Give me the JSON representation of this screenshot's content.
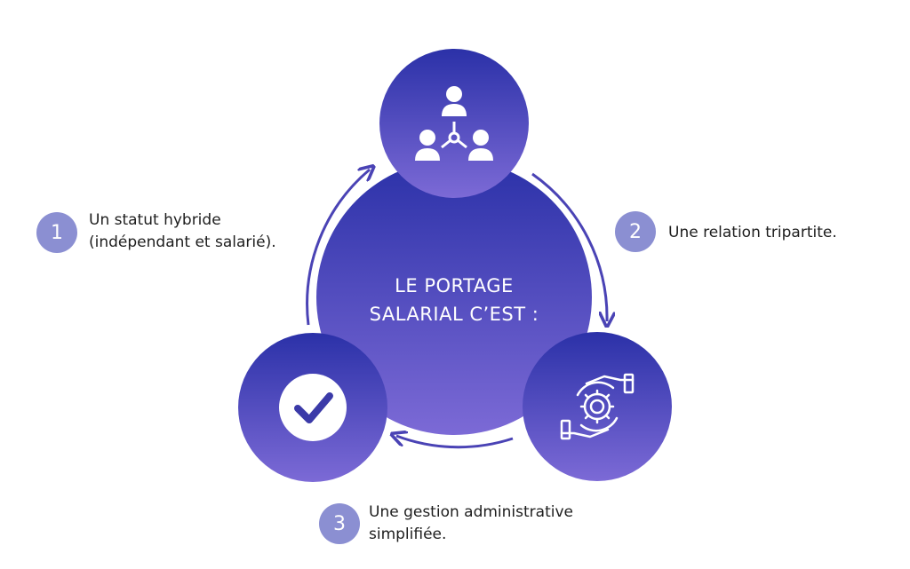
{
  "colors": {
    "circle_top": "#2b31a8",
    "circle_bottom": "#7c6ad6",
    "badge": "#8b8fd2",
    "arrow": "#4a43b5",
    "text": "#1e1e1e"
  },
  "center": {
    "line1": "LE PORTAGE",
    "line2": "SALARIAL C’EST :"
  },
  "nodes": [
    {
      "icon": "team-network-icon"
    },
    {
      "icon": "hands-gear-icon"
    },
    {
      "icon": "check-circle-icon"
    }
  ],
  "items": [
    {
      "number": "1",
      "line1": "Un statut hybride",
      "line2": "(indépendant et salarié)."
    },
    {
      "number": "2",
      "line1": "Une relation tripartite.",
      "line2": ""
    },
    {
      "number": "3",
      "line1": "Une gestion administrative",
      "line2": "simplifiée."
    }
  ]
}
